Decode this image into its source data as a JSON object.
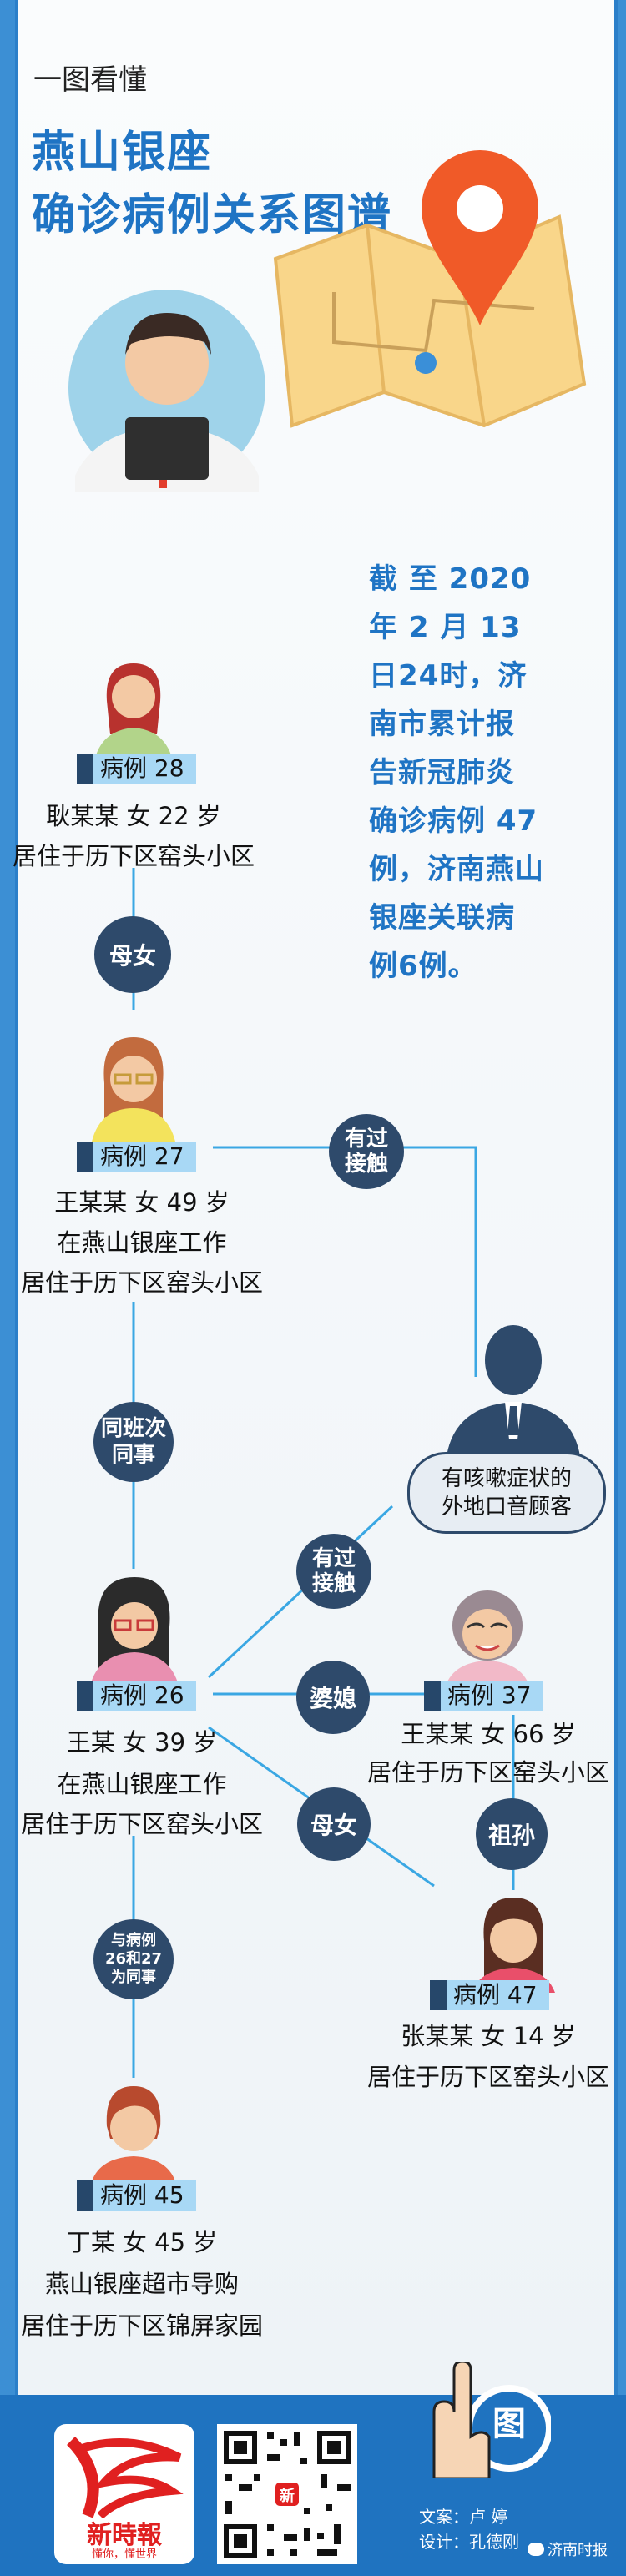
{
  "header": {
    "eyebrow": "一图看懂",
    "title_line1": "燕山银座",
    "title_line2": "确诊病例关系图谱"
  },
  "summary": {
    "lines": [
      "截 至 2020",
      "年 2 月 13",
      "日24时，济",
      "南市累计报",
      "告新冠肺炎",
      "确诊病例 47",
      "例，济南燕山",
      "银座关联病",
      "例6例。"
    ]
  },
  "cases": {
    "c28": {
      "tag": "病例 28",
      "lines": [
        "耿某某 女 22 岁",
        "居住于历下区窑头小区"
      ]
    },
    "c27": {
      "tag": "病例 27",
      "lines": [
        "王某某 女 49 岁",
        "在燕山银座工作",
        "居住于历下区窑头小区"
      ]
    },
    "c26": {
      "tag": "病例 26",
      "lines": [
        "王某 女 39 岁",
        "在燕山银座工作",
        "居住于历下区窑头小区"
      ]
    },
    "c37": {
      "tag": "病例 37",
      "lines": [
        "王某某 女 66 岁",
        "居住于历下区窑头小区"
      ]
    },
    "c47": {
      "tag": "病例 47",
      "lines": [
        "张某某 女 14 岁",
        "居住于历下区窑头小区"
      ]
    },
    "c45": {
      "tag": "病例 45",
      "lines": [
        "丁某 女 45 岁",
        "燕山银座超市导购",
        "居住于历下区锦屏家园"
      ]
    }
  },
  "customer": {
    "line1": "有咳嗽症状的",
    "line2": "外地口音顾客"
  },
  "relations": {
    "mother_daughter_1": "母女",
    "contact_1": [
      "有过",
      "接触"
    ],
    "same_shift": [
      "同班次",
      "同事"
    ],
    "contact_2": [
      "有过",
      "接触"
    ],
    "in_law": "婆媳",
    "mother_daughter_2": "母女",
    "grandparent": "祖孙",
    "colleague_45": [
      "与病例",
      "26和27",
      "为同事"
    ]
  },
  "footer": {
    "logo_main": "新時報",
    "logo_sub": "懂你，懂世界",
    "qr_center": "新",
    "credit_text": "文案：卢 婷",
    "credit_design": "设计：孔德刚",
    "watermark": "济南时报",
    "badge_char": "图"
  },
  "colors": {
    "brand_blue": "#1f74c4",
    "bubble_navy": "#2e4a6b",
    "tag_blue": "#a8d8f5",
    "line_blue": "#3aa7e3"
  }
}
